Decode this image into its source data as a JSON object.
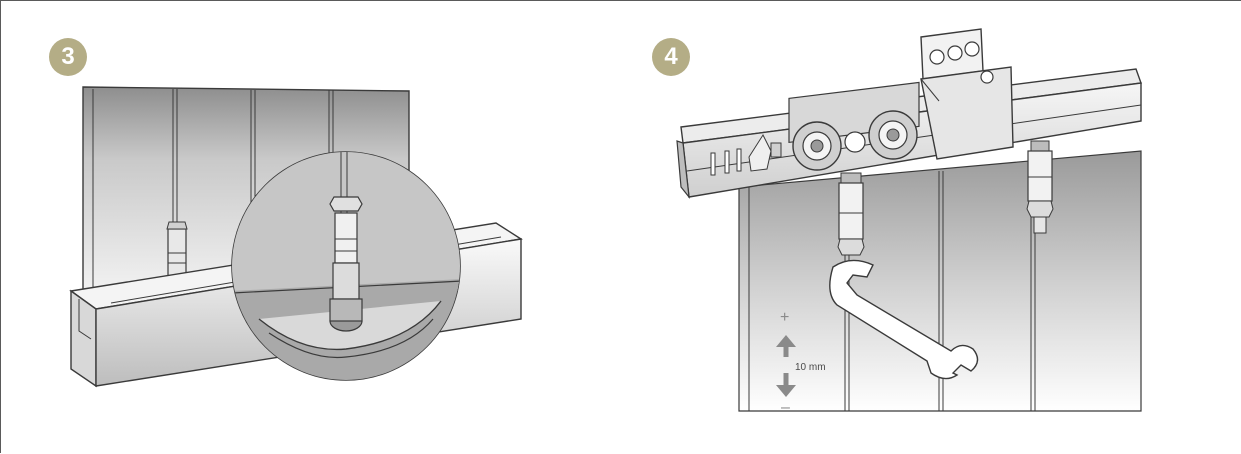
{
  "colors": {
    "badge": "#b4ad86",
    "outline": "#3a3a3a",
    "arrow": "#8a8a8a"
  },
  "steps": [
    {
      "number": "3"
    },
    {
      "number": "4"
    }
  ],
  "panel4": {
    "measurement_label": "10 mm",
    "plus_sign": "+",
    "minus_sign": "–"
  }
}
